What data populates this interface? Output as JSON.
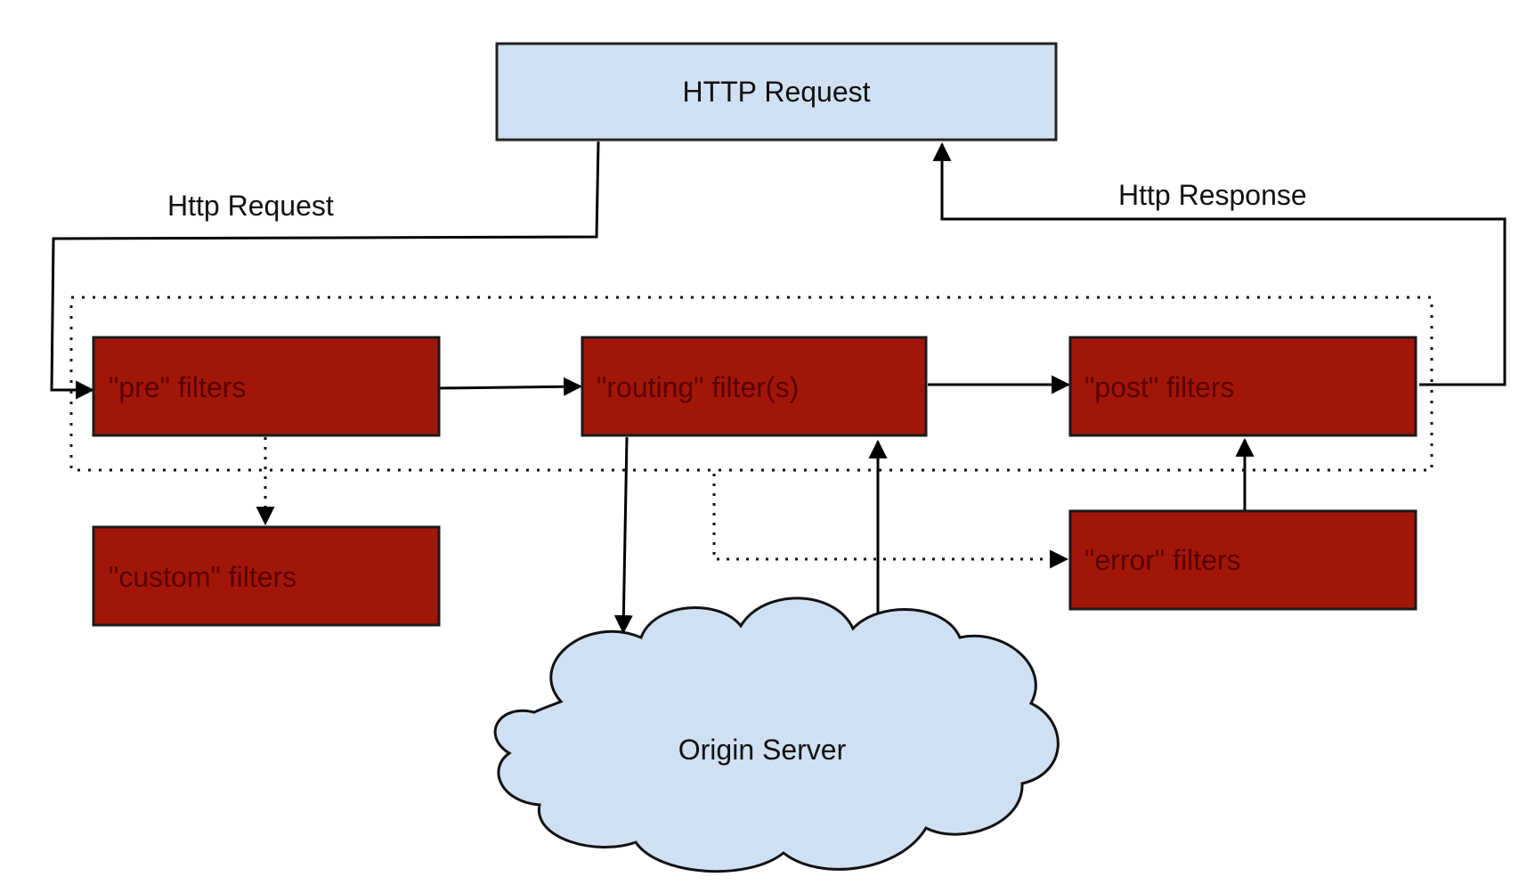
{
  "top_box": {
    "label": "HTTP Request",
    "fill": "#cfe0f3",
    "stroke": "#222222"
  },
  "edge_labels": {
    "request": "Http Request",
    "response": "Http Response"
  },
  "filters": {
    "fill": "#a11608",
    "text_color": "#5a0000",
    "pre": "\"pre\" filters",
    "routing": "\"routing\" filter(s)",
    "post": "\"post\" filters",
    "custom": "\"custom\" filters",
    "error": "\"error\" filters"
  },
  "origin": {
    "label": "Origin Server",
    "fill": "#cfe0f3"
  }
}
